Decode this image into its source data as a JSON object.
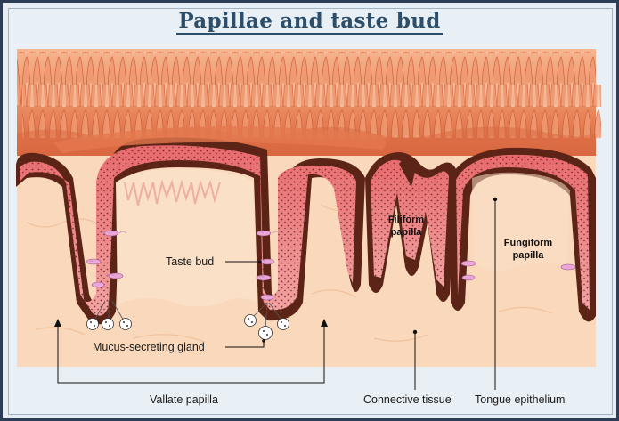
{
  "title": "Papillae and taste bud",
  "labels": {
    "taste_bud": "Taste bud",
    "mucus_gland": "Mucus-secreting gland",
    "vallate": "Vallate papilla",
    "connective": "Connective tissue",
    "epithelium": "Tongue epithelium",
    "filiform_1": "Filiform",
    "filiform_2": "papilla",
    "fungiform_1": "Fungiform",
    "fungiform_2": "papilla"
  },
  "colors": {
    "frame": "#2d3d57",
    "title": "#2c4e6a",
    "tissue": "#f9d7b8",
    "epithelium_top": "#e07a52",
    "epithelium_pink": "#e8707a",
    "dark_border": "#5a2418"
  }
}
